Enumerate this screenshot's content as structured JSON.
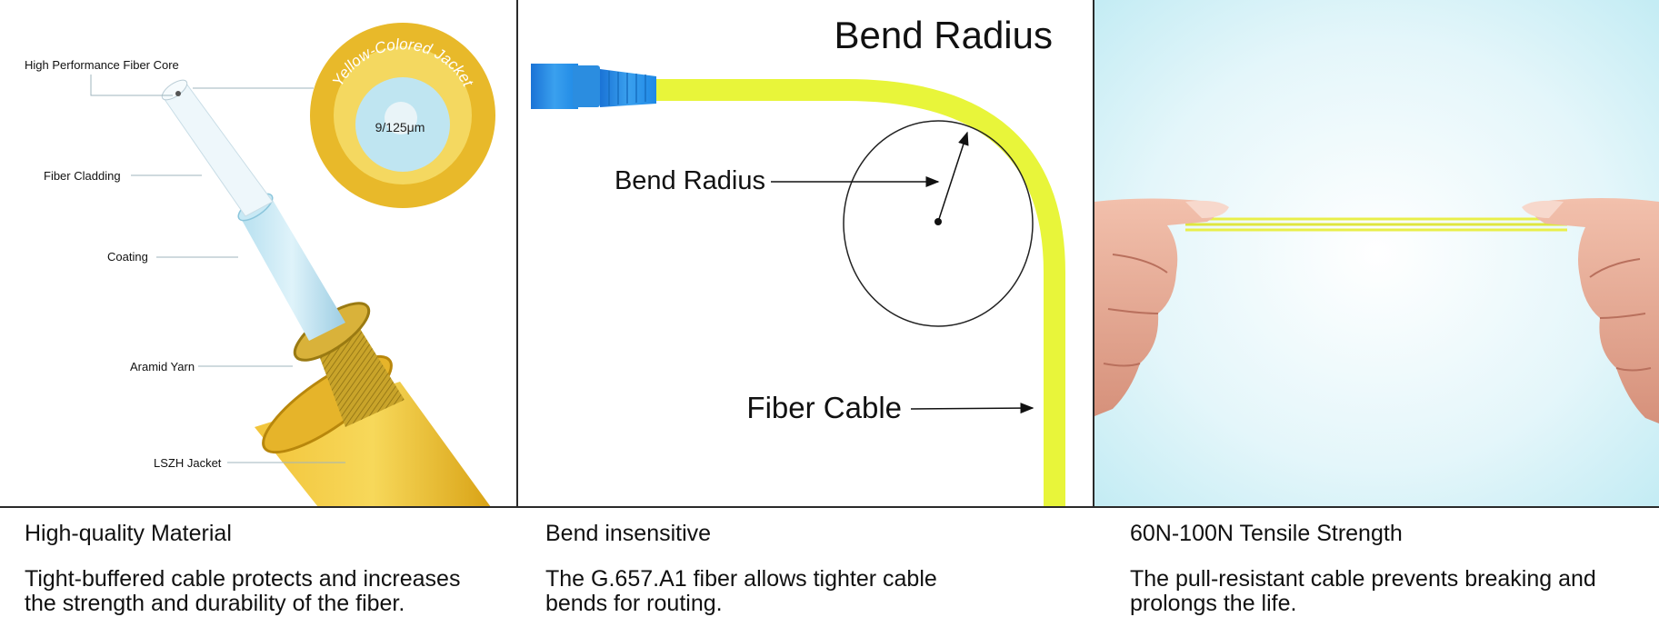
{
  "panel1": {
    "labels": {
      "core": "High Performance Fiber Core",
      "cladding": "Fiber Cladding",
      "coating": "Coating",
      "aramid": "Aramid Yarn",
      "lszh": "LSZH Jacket"
    },
    "badge_ring_text": "Yellow-Colored Jacket",
    "badge_center_text": "9/125μm"
  },
  "panel2": {
    "title": "Bend Radius",
    "bend_label": "Bend Radius",
    "cable_label": "Fiber Cable"
  },
  "captions": [
    {
      "title": "High-quality Material",
      "text": "Tight-buffered cable protects and increases the strength and durability of the fiber."
    },
    {
      "title": "Bend insensitive",
      "text": "The G.657.A1 fiber allows tighter cable bends for routing."
    },
    {
      "title": "60N-100N Tensile Strength",
      "text": "The pull-resistant cable prevents breaking and prolongs the life."
    }
  ],
  "colors": {
    "fiber_yellow": "#e8f53a",
    "jacket_yellow": "#e8b92a",
    "connector_blue": "#1e88e5",
    "sky": "#d8f3f8"
  }
}
